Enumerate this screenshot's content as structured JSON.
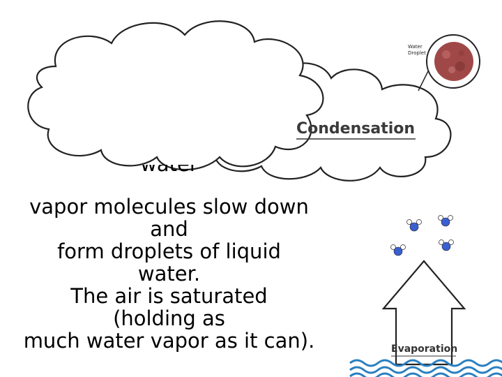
{
  "labels": {
    "condensation": "Condensation",
    "evaporation": "Evaporation",
    "water_droplet_line1": "Water",
    "water_droplet_line2": "Droplet"
  },
  "caption": {
    "partial_top_line": "water",
    "lines": [
      "vapor molecules slow down",
      "and",
      "form droplets of liquid",
      "water.",
      "The air is saturated",
      "(holding as",
      "much water vapor as it can)."
    ]
  },
  "colors": {
    "outline": "#222222",
    "droplet": "#a04848",
    "molecule": "#3a5fd0",
    "water": "#2a7fc0"
  }
}
